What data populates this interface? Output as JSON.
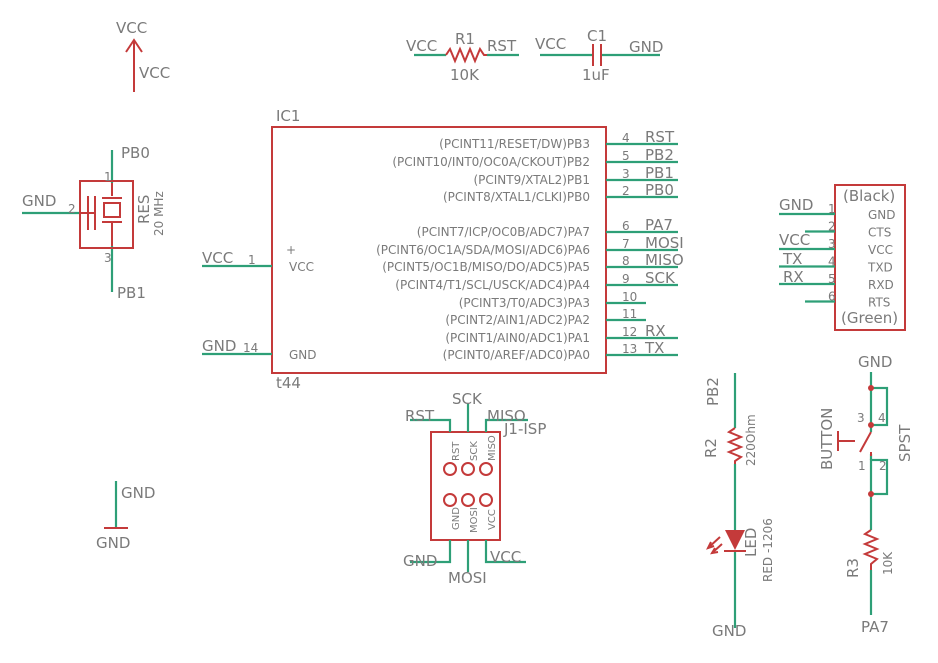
{
  "colors": {
    "wire": "#2e9f77",
    "part": "#c43a3a",
    "text": "#7a7a7a",
    "background": "#ffffff"
  },
  "labels": {
    "vcc_sym_top": "VCC",
    "vcc_sym_net": "VCC",
    "r1_left_net": "VCC",
    "r1_name": "R1",
    "r1_right_net": "RST",
    "r1_value": "10K",
    "c1_left_net": "VCC",
    "c1_name": "C1",
    "c1_right_net": "GND",
    "c1_value": "1uF",
    "ic1_name": "IC1",
    "ic1_bottom": "t44",
    "ic_pin_vcc": "VCC",
    "ic_pin_gnd": "GND",
    "net_vcc_ic": "VCC",
    "net_gnd_ic": "GND",
    "num_vcc": "1",
    "num_gnd": "14",
    "res_pb0": "PB0",
    "res_pb1": "PB1",
    "res_gnd": "GND",
    "res_name": "RES",
    "res_value": "20 MHz",
    "res_pin1": "1",
    "res_pin2": "2",
    "res_pin3": "3",
    "gnd_sym_net": "GND",
    "gnd_sym_label": "GND",
    "isp_name": "J1-ISP",
    "isp_rst": "RST",
    "isp_sck": "SCK",
    "isp_miso": "MISO",
    "isp_gnd": "GND",
    "isp_mosi": "MOSI",
    "isp_vcc": "VCC",
    "isp_pin_rst": "RST",
    "isp_pin_sck": "SCK",
    "isp_pin_miso": "MISO",
    "isp_pin_gnd": "GND",
    "isp_pin_mosi": "MOSI",
    "isp_pin_vcc": "VCC",
    "ftdi_black": "(Black)",
    "ftdi_green": "(Green)",
    "ftdi_net_gnd": "GND",
    "ftdi_net_vcc": "VCC",
    "ftdi_net_tx": "TX",
    "ftdi_net_rx": "RX",
    "led_pb2": "PB2",
    "r2_name": "R2",
    "r2_value": "220Ohm",
    "led_name": "LED",
    "led_value": "RED -1206",
    "led_gnd": "GND",
    "btn_gnd": "GND",
    "btn_name": "BUTTON",
    "btn_value": "SPST",
    "btn_pin1": "1",
    "btn_pin2": "2",
    "btn_pin3": "3",
    "btn_pin4": "4",
    "r3_name": "R3",
    "r3_value": "10K",
    "btn_pa7": "PA7"
  },
  "ic_pins_right": [
    {
      "name": "(PCINT11/RESET/DW)PB3",
      "num": "4",
      "net": "RST"
    },
    {
      "name": "(PCINT10/INT0/OC0A/CKOUT)PB2",
      "num": "5",
      "net": "PB2"
    },
    {
      "name": "(PCINT9/XTAL2)PB1",
      "num": "3",
      "net": "PB1"
    },
    {
      "name": "(PCINT8/XTAL1/CLKI)PB0",
      "num": "2",
      "net": "PB0"
    },
    {
      "name": "(PCINT7/ICP/OC0B/ADC7)PA7",
      "num": "6",
      "net": "PA7"
    },
    {
      "name": "(PCINT6/OC1A/SDA/MOSI/ADC6)PA6",
      "num": "7",
      "net": "MOSI"
    },
    {
      "name": "(PCINT5/OC1B/MISO/DO/ADC5)PA5",
      "num": "8",
      "net": "MISO"
    },
    {
      "name": "(PCINT4/T1/SCL/USCK/ADC4)PA4",
      "num": "9",
      "net": "SCK"
    },
    {
      "name": "(PCINT3/T0/ADC3)PA3",
      "num": "10",
      "net": ""
    },
    {
      "name": "(PCINT2/AIN1/ADC2)PA2",
      "num": "11",
      "net": ""
    },
    {
      "name": "(PCINT1/AIN0/ADC1)PA1",
      "num": "12",
      "net": "RX"
    },
    {
      "name": "(PCINT0/AREF/ADC0)PA0",
      "num": "13",
      "net": "TX"
    }
  ],
  "ftdi_pins": [
    {
      "name": "GND",
      "num": "1"
    },
    {
      "name": "CTS",
      "num": "2"
    },
    {
      "name": "VCC",
      "num": "3"
    },
    {
      "name": "TXD",
      "num": "4"
    },
    {
      "name": "RXD",
      "num": "5"
    },
    {
      "name": "RTS",
      "num": "6"
    }
  ]
}
